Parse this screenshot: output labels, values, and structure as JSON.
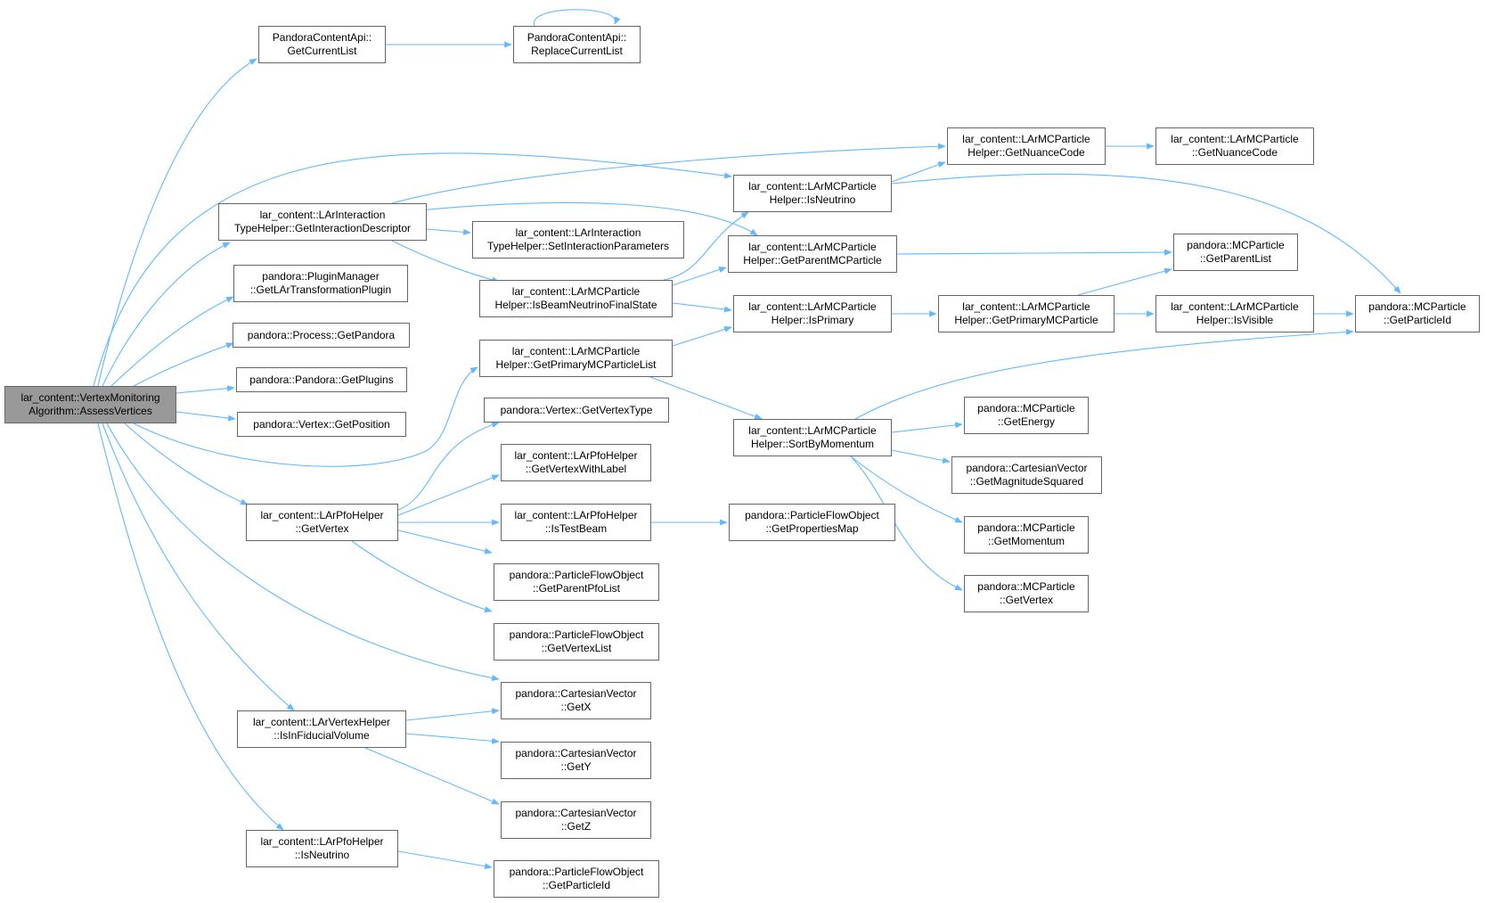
{
  "diagram": {
    "type": "call-graph",
    "edge_color": "#63b8ff",
    "root_fill": "#999999",
    "node_fill": "#ffffff",
    "node_border": "#666666",
    "nodes": [
      {
        "id": "root",
        "lines": [
          "lar_content::VertexMonitoring",
          "Algorithm::AssessVertices"
        ],
        "root": true
      },
      {
        "id": "getcurrentlist",
        "lines": [
          "PandoraContentApi::",
          "GetCurrentList"
        ]
      },
      {
        "id": "replacecurrentlist",
        "lines": [
          "PandoraContentApi::",
          "ReplaceCurrentList"
        ]
      },
      {
        "id": "getinteractiondescriptor",
        "lines": [
          "lar_content::LArInteraction",
          "TypeHelper::GetInteractionDescriptor"
        ]
      },
      {
        "id": "getlartransformationplugin",
        "lines": [
          "pandora::PluginManager",
          "::GetLArTransformationPlugin"
        ]
      },
      {
        "id": "getpandora",
        "lines": [
          "pandora::Process::GetPandora"
        ]
      },
      {
        "id": "getplugins",
        "lines": [
          "pandora::Pandora::GetPlugins"
        ]
      },
      {
        "id": "vertex-getposition",
        "lines": [
          "pandora::Vertex::GetPosition"
        ]
      },
      {
        "id": "pfo-getvertex",
        "lines": [
          "lar_content::LArPfoHelper",
          "::GetVertex"
        ]
      },
      {
        "id": "isinfiducialvolume",
        "lines": [
          "lar_content::LArVertexHelper",
          "::IsInFiducialVolume"
        ]
      },
      {
        "id": "pfo-isneutrino",
        "lines": [
          "lar_content::LArPfoHelper",
          "::IsNeutrino"
        ]
      },
      {
        "id": "setinteractionparameters",
        "lines": [
          "lar_content::LArInteraction",
          "TypeHelper::SetInteractionParameters"
        ]
      },
      {
        "id": "isbeamneutrinofinalstate",
        "lines": [
          "lar_content::LArMCParticle",
          "Helper::IsBeamNeutrinoFinalState"
        ]
      },
      {
        "id": "getprimarymcparticlelist",
        "lines": [
          "lar_content::LArMCParticle",
          "Helper::GetPrimaryMCParticleList"
        ]
      },
      {
        "id": "getvertextype",
        "lines": [
          "pandora::Vertex::GetVertexType"
        ]
      },
      {
        "id": "getvertexwithlabel",
        "lines": [
          "lar_content::LArPfoHelper",
          "::GetVertexWithLabel"
        ]
      },
      {
        "id": "istestbeam",
        "lines": [
          "lar_content::LArPfoHelper",
          "::IsTestBeam"
        ]
      },
      {
        "id": "getparentpfolist",
        "lines": [
          "pandora::ParticleFlowObject",
          "::GetParentPfoList"
        ]
      },
      {
        "id": "pfo-getvertexlist",
        "lines": [
          "pandora::ParticleFlowObject",
          "::GetVertexList"
        ]
      },
      {
        "id": "getx",
        "lines": [
          "pandora::CartesianVector",
          "::GetX"
        ]
      },
      {
        "id": "gety",
        "lines": [
          "pandora::CartesianVector",
          "::GetY"
        ]
      },
      {
        "id": "getz",
        "lines": [
          "pandora::CartesianVector",
          "::GetZ"
        ]
      },
      {
        "id": "pfo-getparticleid",
        "lines": [
          "pandora::ParticleFlowObject",
          "::GetParticleId"
        ]
      },
      {
        "id": "mch-isneutrino",
        "lines": [
          "lar_content::LArMCParticle",
          "Helper::IsNeutrino"
        ]
      },
      {
        "id": "getparentmcparticle",
        "lines": [
          "lar_content::LArMCParticle",
          "Helper::GetParentMCParticle"
        ]
      },
      {
        "id": "mch-isprimary",
        "lines": [
          "lar_content::LArMCParticle",
          "Helper::IsPrimary"
        ]
      },
      {
        "id": "sortbymomentum",
        "lines": [
          "lar_content::LArMCParticle",
          "Helper::SortByMomentum"
        ]
      },
      {
        "id": "getpropertiesmap",
        "lines": [
          "pandora::ParticleFlowObject",
          "::GetPropertiesMap"
        ]
      },
      {
        "id": "mch-getnuancecode",
        "lines": [
          "lar_content::LArMCParticle",
          "Helper::GetNuanceCode"
        ]
      },
      {
        "id": "mc-getnuancecode",
        "lines": [
          "lar_content::LArMCParticle",
          "::GetNuanceCode"
        ]
      },
      {
        "id": "getprimarymcparticle",
        "lines": [
          "lar_content::LArMCParticle",
          "Helper::GetPrimaryMCParticle"
        ]
      },
      {
        "id": "getenergy",
        "lines": [
          "pandora::MCParticle",
          "::GetEnergy"
        ]
      },
      {
        "id": "getmagnitudesquared",
        "lines": [
          "pandora::CartesianVector",
          "::GetMagnitudeSquared"
        ]
      },
      {
        "id": "getmomentum",
        "lines": [
          "pandora::MCParticle",
          "::GetMomentum"
        ]
      },
      {
        "id": "mc-getvertex",
        "lines": [
          "pandora::MCParticle",
          "::GetVertex"
        ]
      },
      {
        "id": "getparentlist",
        "lines": [
          "pandora::MCParticle",
          "::GetParentList"
        ]
      },
      {
        "id": "mch-isvisible",
        "lines": [
          "lar_content::LArMCParticle",
          "Helper::IsVisible"
        ]
      },
      {
        "id": "mc-getparticleid",
        "lines": [
          "pandora::MCParticle",
          "::GetParticleId"
        ]
      }
    ]
  }
}
